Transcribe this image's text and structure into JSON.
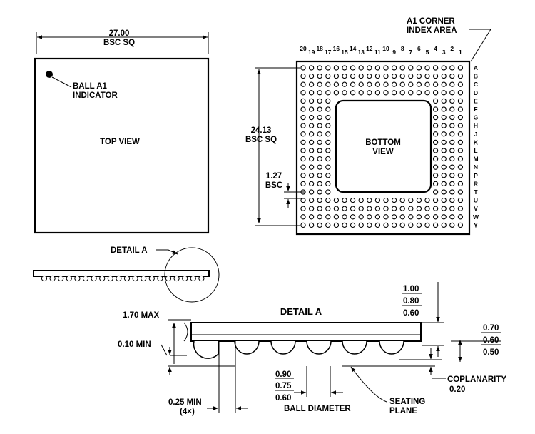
{
  "top_view": {
    "dim_value": "27.00",
    "dim_note": "BSC SQ",
    "ball_label_1": "BALL A1",
    "ball_label_2": "INDICATOR",
    "title": "TOP VIEW"
  },
  "bottom_view": {
    "corner_label_1": "A1 CORNER",
    "corner_label_2": "INDEX AREA",
    "title_1": "BOTTOM",
    "title_2": "VIEW",
    "span_value": "24.13",
    "span_note": "BSC SQ",
    "pitch_value": "1.27",
    "pitch_note": "BSC",
    "columns": [
      "20",
      "19",
      "18",
      "17",
      "16",
      "15",
      "14",
      "13",
      "12",
      "11",
      "10",
      "9",
      "8",
      "7",
      "6",
      "5",
      "4",
      "3",
      "2",
      "1"
    ],
    "rows": [
      "A",
      "B",
      "C",
      "D",
      "E",
      "F",
      "G",
      "H",
      "J",
      "K",
      "L",
      "M",
      "N",
      "P",
      "R",
      "T",
      "U",
      "V",
      "W",
      "Y"
    ]
  },
  "side_view": {
    "detail_label": "DETAIL A"
  },
  "detail": {
    "title": "DETAIL A",
    "height_max": "1.70 MAX",
    "standoff_min": "0.10 MIN",
    "body_max": "1.00",
    "body_nom": "0.80",
    "body_min": "0.60",
    "ball_h_max": "0.70",
    "ball_h_nom": "0.60",
    "ball_h_min": "0.50",
    "coplanarity_label": "COPLANARITY",
    "coplanarity_value": "0.20",
    "dia_max": "0.90",
    "dia_nom": "0.75",
    "dia_min": "0.60",
    "dia_label": "BALL DIAMETER",
    "edge_min": "0.25 MIN",
    "edge_count": "(4×)",
    "seating_1": "SEATING",
    "seating_2": "PLANE"
  }
}
